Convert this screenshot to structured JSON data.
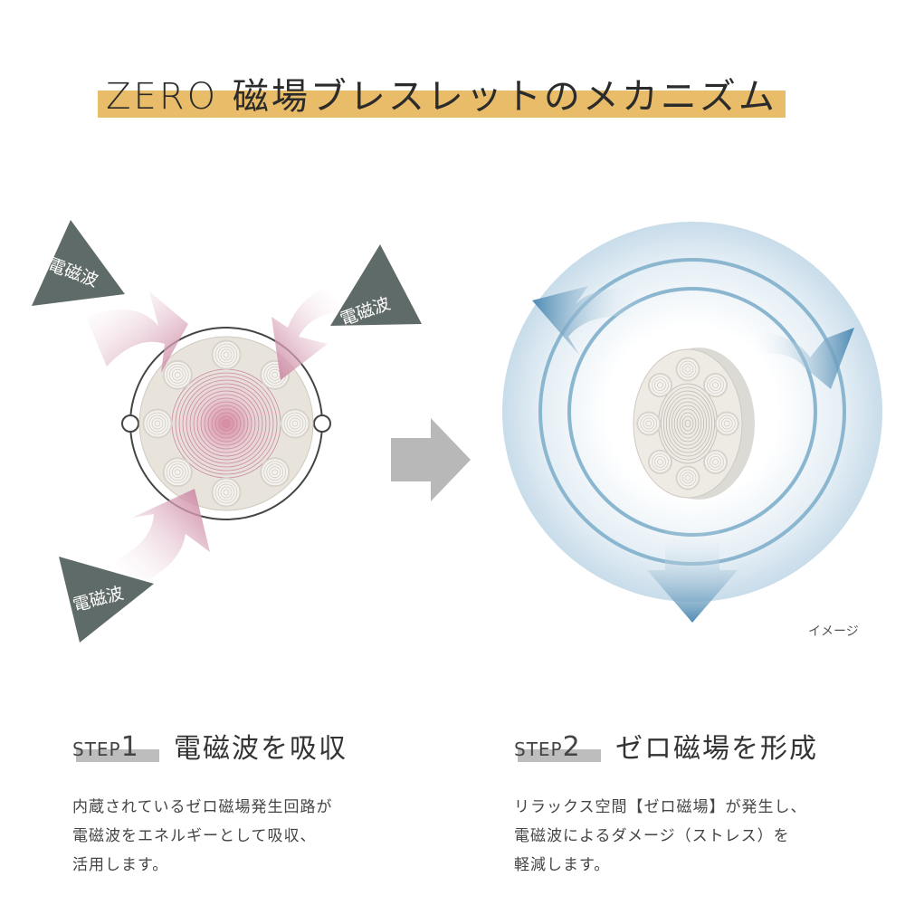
{
  "title": "ZERO 磁場ブレスレットのメカニズム",
  "wave_labels": [
    "電磁波",
    "電磁波",
    "電磁波"
  ],
  "image_caption": "イメージ",
  "steps": [
    {
      "tag_word": "STEP",
      "tag_num": "1",
      "title": "電磁波を吸収",
      "lines": [
        "内蔵されているゼロ磁場発生回路が",
        "電磁波をエネルギーとして吸収、",
        "活用します。"
      ]
    },
    {
      "tag_word": "STEP",
      "tag_num": "2",
      "title": "ゼロ磁場を形成",
      "lines": [
        "リラックス空間【ゼロ磁場】が発生し、",
        "電磁波によるダメージ（ストレス）を",
        "軽減します。"
      ]
    }
  ],
  "colors": {
    "title_bar": "#e8bc68",
    "wave_triangle": "#5f6b68",
    "pink_arrow": "#c98aa2",
    "blue_arrow": "#4f8bb3",
    "field_blue": "#a8c8dc",
    "next_arrow": "#b8b8b8"
  },
  "icons": [
    "device-icon",
    "next-arrow-icon",
    "field-arrow-icon"
  ]
}
